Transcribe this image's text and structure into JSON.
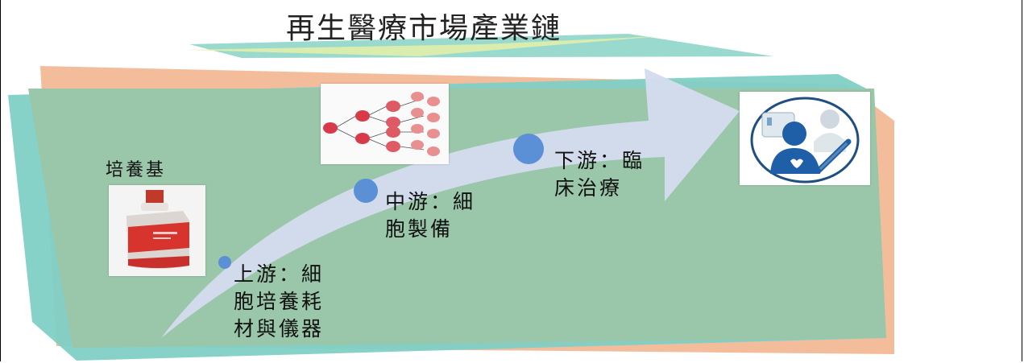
{
  "title": "再生醫療市場產業鏈",
  "medium_label": "培養基",
  "stages": {
    "upstream": [
      "上游：細",
      "胞培養耗",
      "材與儀器"
    ],
    "midstream": [
      "中游：細",
      "胞製備"
    ],
    "downstream": [
      "下游：臨",
      "床治療"
    ]
  },
  "images": {
    "medium_bottle": "culture-medium-bottle",
    "cell_division": "cell-proliferation-diagram",
    "clinical_care": "doctor-patient-icon"
  },
  "colors": {
    "green_panel": "#9ac6a9",
    "teal_panel": "#7fcfc5",
    "peach_panel": "#f2b690",
    "arrow": "#d4dced",
    "dot": "#5b8fd6",
    "cell_red": "#d93a4a",
    "cell_pink": "#e98f8f"
  }
}
